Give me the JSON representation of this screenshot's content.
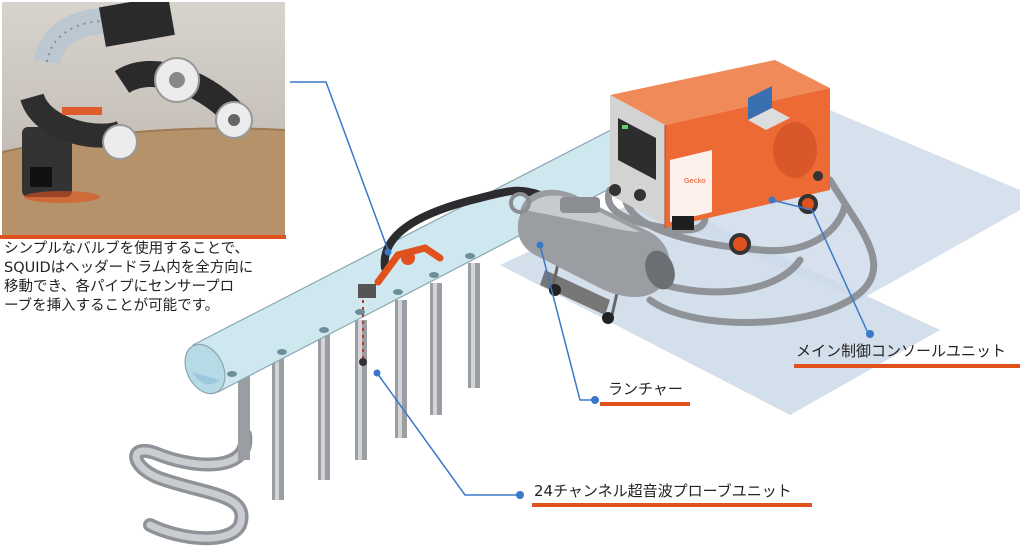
{
  "caption": "シンプルなバルブを使用することで、\nSQUIDはヘッダードラム内を全方向に\n移動でき、各パイプにセンサープロ\nーブを挿入することが可能です。",
  "labels": {
    "main_control": "メイン制御コンソールユニット",
    "launcher": "ランチャー",
    "probe_unit": "24チャンネル超音波プローブユニット"
  },
  "console_brand": "Gecko",
  "colors": {
    "accent": "#e0511d",
    "leader": "#3a78c9",
    "console": "#ee6a35",
    "pipe": "#cfe7ee",
    "floor": "#cdd9e9"
  }
}
